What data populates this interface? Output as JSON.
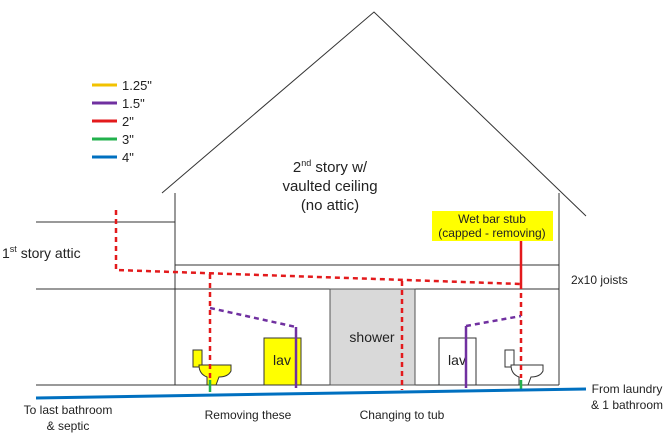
{
  "legend": {
    "items": [
      {
        "label": "1.25\"",
        "color": "#f2c200"
      },
      {
        "label": "1.5\"",
        "color": "#7030a0"
      },
      {
        "label": "2\"",
        "color": "#e31a1c"
      },
      {
        "label": "3\"",
        "color": "#22b14c"
      },
      {
        "label": "4\"",
        "color": "#0070c0"
      }
    ]
  },
  "labels": {
    "second_story_line1_main": "2",
    "second_story_line1_sup": "nd",
    "second_story_line1_rest": " story w/",
    "second_story_line2": "vaulted ceiling",
    "second_story_line3": "(no attic)",
    "first_attic_main": "1",
    "first_attic_sup": "st",
    "first_attic_rest": " story attic",
    "joists": "2x10 joists",
    "wet_bar_line1": "Wet bar stub",
    "wet_bar_line2": "(capped - removing)",
    "shower": "shower",
    "lav_left": "lav",
    "lav_right": "lav",
    "to_last_bath_line1": "To last bathroom",
    "to_last_bath_line2": "& septic",
    "removing_these": "Removing these",
    "changing_to_tub": "Changing to tub",
    "from_laundry_line1": "From laundry",
    "from_laundry_line2": "& 1 bathroom"
  },
  "colors": {
    "yellow_fill": "#ffff00",
    "shower_fill": "#d9d9d9",
    "outline": "#333333"
  }
}
